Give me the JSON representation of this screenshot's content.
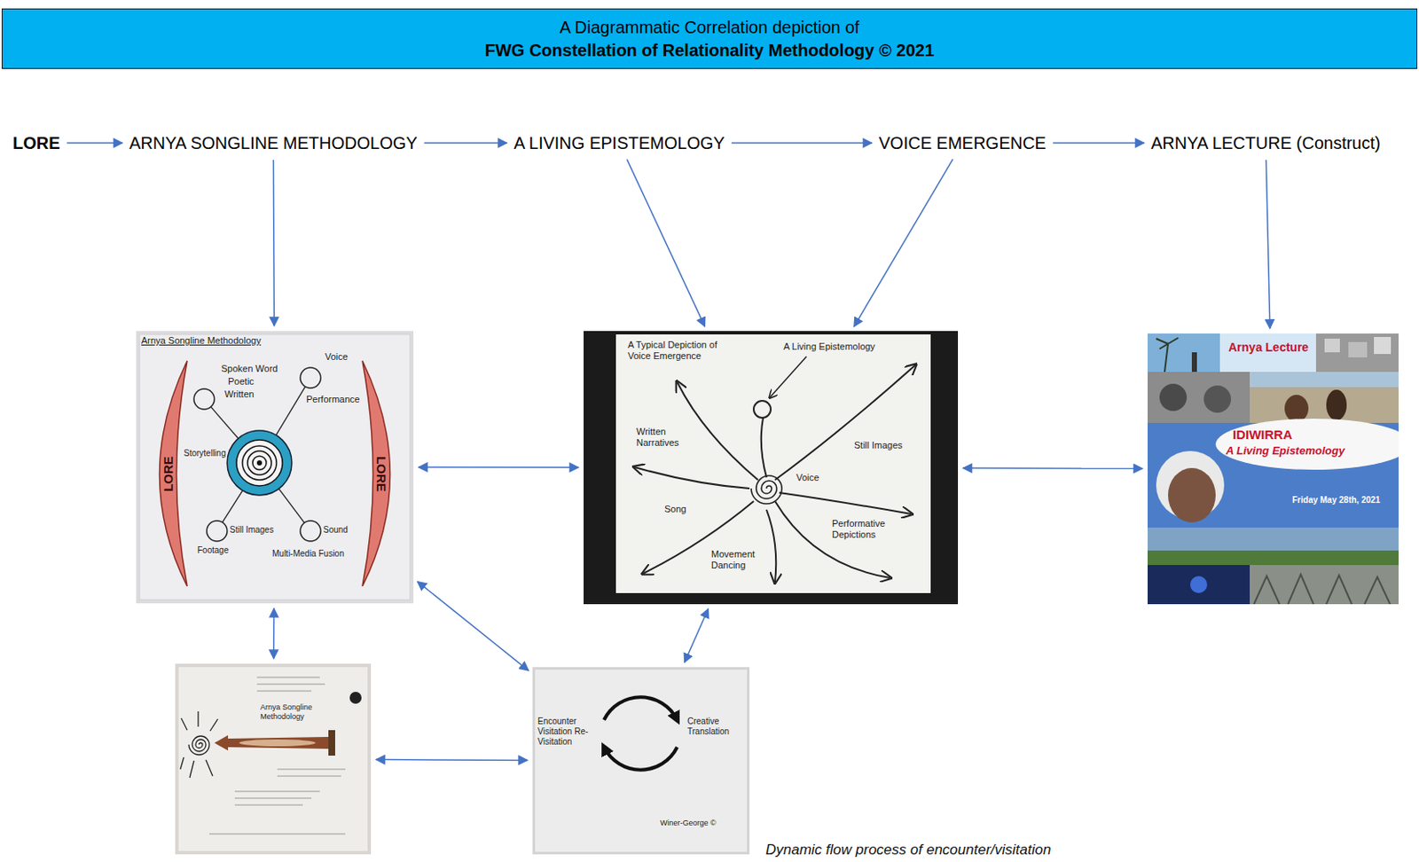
{
  "diagram": {
    "title": "FWG Constellation of Relationality Methodology © 2021",
    "caption": "Dynamic flow process of encounter/visitation",
    "nodes": [
      {
        "text": [
          "LORE"
        ]
      },
      {
        "text": [
          "ARNYA SONGLINE METHODOLOGY"
        ]
      },
      {
        "text": [
          "A LIVING EPISTEMOLOGY"
        ]
      },
      {
        "text": [
          "VOICE EMERGENCE"
        ]
      },
      {
        "text": [
          "ARNYA LECTURE (Construct)"
        ]
      },
      {
        "text": [
          "Arnya Songline Methodology",
          "LORE",
          "LORE",
          "Spoken Word",
          "Poetic",
          "Written",
          "Storytelling",
          "Still Images",
          "Footage",
          "Performance",
          "Voice",
          "Sound",
          "Multi-Media Fusion"
        ]
      },
      {
        "text": [
          "A Typical Depiction of Voice Emergence",
          "A Living Epistemology",
          "Written Narratives",
          "Still Images",
          "Voice",
          "Song",
          "Movement Dancing",
          "Performative Depictions"
        ]
      },
      {
        "text": [
          "Arnya Lecture",
          "IDIWIRRA",
          "A Living Epistemology",
          "Friday May 28th, 2021"
        ]
      },
      {
        "text": [
          "Arnya Songline Methodology"
        ]
      },
      {
        "text": [
          "Encounter Visitation Re-Visitation",
          "Creative Translation",
          "Winer-George ©"
        ]
      }
    ],
    "edges": [
      {
        "from": 0,
        "to": 1,
        "arrow": "to"
      },
      {
        "from": 1,
        "to": 2,
        "arrow": "to"
      },
      {
        "from": 2,
        "to": 3,
        "arrow": "to"
      },
      {
        "from": 3,
        "to": 4,
        "arrow": "to"
      },
      {
        "from": 1,
        "to": 5,
        "arrow": "to"
      },
      {
        "from": 2,
        "to": 6,
        "arrow": "to"
      },
      {
        "from": 3,
        "to": 6,
        "arrow": "to"
      },
      {
        "from": 4,
        "to": 7,
        "arrow": "to"
      },
      {
        "from": 5,
        "to": 6,
        "arrow": "both"
      },
      {
        "from": 6,
        "to": 7,
        "arrow": "both"
      },
      {
        "from": 5,
        "to": 8,
        "arrow": "both"
      },
      {
        "from": 5,
        "to": 9,
        "arrow": "both"
      },
      {
        "from": 6,
        "to": 9,
        "arrow": "both"
      },
      {
        "from": 8,
        "to": 9,
        "arrow": "both"
      }
    ],
    "labels": [
      "A Diagrammatic Correlation depiction of"
    ]
  }
}
